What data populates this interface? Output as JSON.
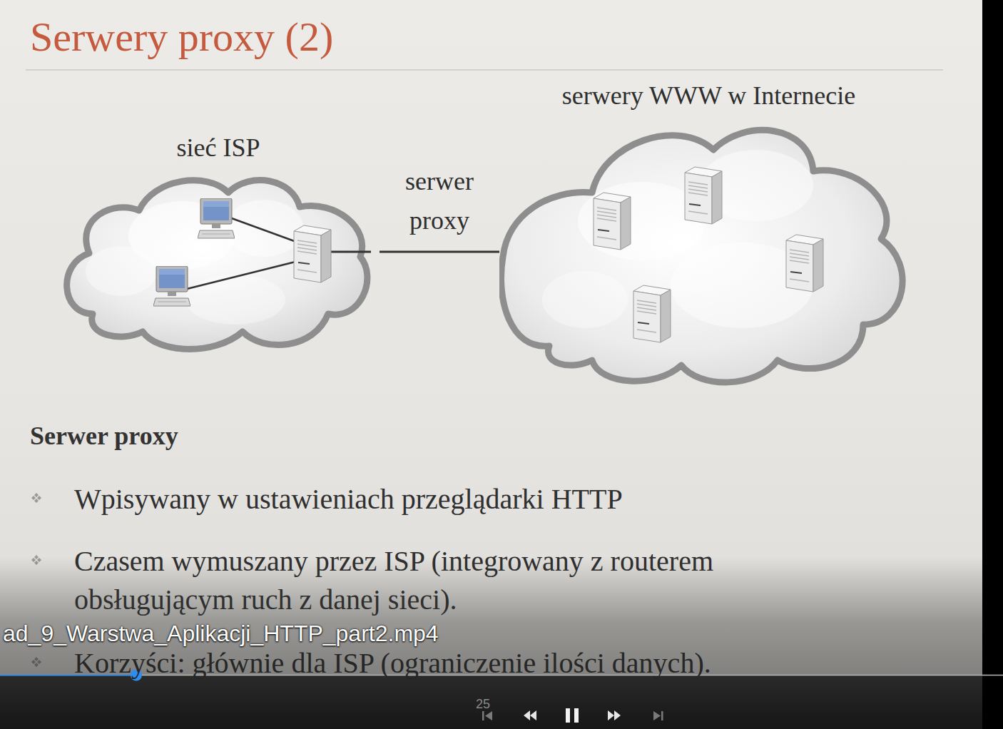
{
  "diagram": {
    "title": "Serwery proxy (2)",
    "nodes": [
      {
        "text": [
          "sieć ISP"
        ]
      },
      {
        "text": [
          "serwery WWW w Internecie"
        ]
      }
    ],
    "edges": [
      {
        "from": 0,
        "to": 1,
        "arrow": "none",
        "label": "serwer proxy"
      }
    ],
    "labels": [
      "Serwer proxy",
      "Wpisywany w ustawieniach przeglądarki HTTP",
      "Czasem wymuszany przez ISP (integrowany z routerem obsługującym ruch z danej sieci).",
      "Korzyści: głównie dla ISP (ograniczenie ilości danych).",
      "ad_9_Warstwa_Aplikacji_HTTP_part2.mp4",
      "25"
    ]
  }
}
